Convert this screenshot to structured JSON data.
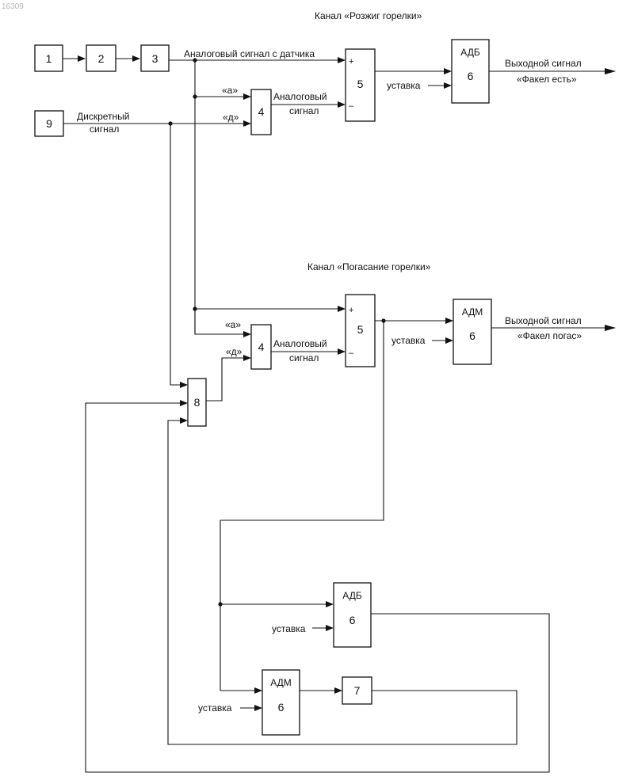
{
  "watermark": "16309",
  "channels": {
    "ignition_title": "Канал «Розжиг горелки»",
    "extinction_title": "Канал «Погасание горелки»"
  },
  "blocks": {
    "b1": "1",
    "b2": "2",
    "b3": "3",
    "b9": "9",
    "b4": "4",
    "b5": "5",
    "b6": "6",
    "b7": "7",
    "b8": "8",
    "adb": "АДБ",
    "adm": "АДМ"
  },
  "signs": {
    "plus": "+",
    "minus": "–"
  },
  "labels": {
    "analog_from_sensor": "Аналоговый сигнал с датчика",
    "discrete_line1": "Дискретный",
    "discrete_line2": "сигнал",
    "input_a": "«а»",
    "input_d": "«д»",
    "analog_line1": "Аналоговый",
    "analog_line2": "сигнал",
    "setpoint": "уставка",
    "out_line1": "Выходной сигнал",
    "out_flame_on": "«Факел есть»",
    "out_flame_off": "«Факел погас»"
  },
  "colors": {
    "ink": "#111111",
    "background": "#ffffff"
  }
}
